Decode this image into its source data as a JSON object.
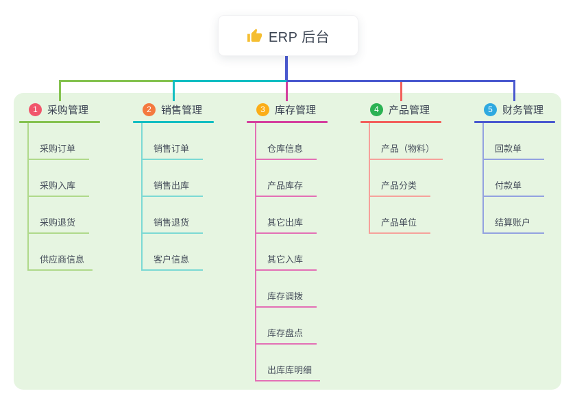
{
  "root": {
    "title": "ERP 后台",
    "icon": "thumbs-up-icon",
    "icon_color": "#f5be31"
  },
  "connectors": {
    "stem_color": "#4a59cf",
    "bus_colors": [
      "#85c250",
      "#13bec2",
      "#4a59cf"
    ]
  },
  "panel_color": "#e6f5e1",
  "branches": [
    {
      "num": "1",
      "label": "采购管理",
      "color": "#85c250",
      "light_color": "#afd98a",
      "badge_color": "#f1566b",
      "children": [
        "采购订单",
        "采购入库",
        "采购退货",
        "供应商信息"
      ]
    },
    {
      "num": "2",
      "label": "销售管理",
      "color": "#13bec2",
      "light_color": "#7bd9d4",
      "badge_color": "#f4793f",
      "children": [
        "销售订单",
        "销售出库",
        "销售退货",
        "客户信息"
      ]
    },
    {
      "num": "3",
      "label": "库存管理",
      "color": "#d4409e",
      "light_color": "#e36fb5",
      "badge_color": "#fbad18",
      "children": [
        "仓库信息",
        "产品库存",
        "其它出库",
        "其它入库",
        "库存调拨",
        "库存盘点",
        "出库库明细"
      ]
    },
    {
      "num": "4",
      "label": "产品管理",
      "color": "#f2605c",
      "light_color": "#f6a19b",
      "badge_color": "#2bb253",
      "children": [
        "产品（物料）",
        "产品分类",
        "产品单位"
      ]
    },
    {
      "num": "5",
      "label": "财务管理",
      "color": "#4a59cf",
      "light_color": "#92a1e0",
      "badge_color": "#2ea9e0",
      "children": [
        "回款单",
        "付款单",
        "结算账户"
      ]
    }
  ]
}
